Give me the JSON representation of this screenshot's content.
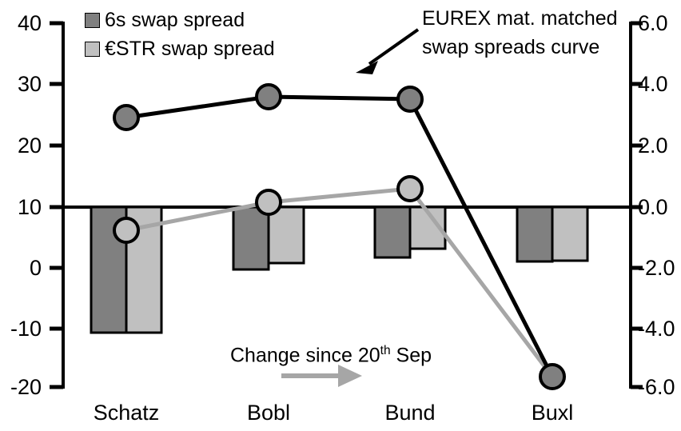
{
  "chart_data": {
    "type": "bar",
    "title": "",
    "categories": [
      "Schatz",
      "Bobl",
      "Bund",
      "Buxl"
    ],
    "series": [
      {
        "name": "6s swap spread",
        "type": "bar",
        "axis": "left",
        "color": "#808080",
        "values": [
          -10.3,
          0.0,
          2.0,
          1.0
        ]
      },
      {
        "name": "€STR swap spread",
        "type": "bar",
        "axis": "left",
        "color": "#c0c0c0",
        "values": [
          -10.3,
          1.0,
          3.4,
          1.2
        ]
      },
      {
        "name": "EUREX mat. matched swap spreads curve",
        "type": "line",
        "axis": "left",
        "color": "#000000",
        "marker_color": "#808080",
        "values": [
          24.6,
          27.9,
          27.3,
          -18.0
        ]
      },
      {
        "name": "Change since 20th Sep",
        "type": "line",
        "axis": "left",
        "color": "#a6a6a6",
        "marker_color": "#c0c0c0",
        "values": [
          6.1,
          10.6,
          12.7,
          -18.0
        ]
      }
    ],
    "left_axis": {
      "ticks": [
        "40",
        "30",
        "20",
        "10",
        "0",
        "-10",
        "-20"
      ],
      "values": [
        40,
        30,
        20,
        10,
        0,
        -10,
        -20
      ],
      "ylim": [
        -20,
        40
      ],
      "label": ""
    },
    "right_axis": {
      "ticks": [
        "6.0",
        "4.0",
        "2.0",
        "0.0",
        "-2.0",
        "-4.0",
        "-6.0"
      ],
      "values": [
        6.0,
        4.0,
        2.0,
        0.0,
        -2.0,
        -4.0,
        -6.0
      ],
      "ylim": [
        -6.0,
        6.0
      ],
      "label": ""
    },
    "xlabel": "",
    "grid": false,
    "zero_line_left_value": 10,
    "legend_position": "top-left",
    "annotations": [
      {
        "name": "eurex-curve-annotation",
        "text_line1": "EUREX mat. matched",
        "text_line2": "swap spreads curve",
        "arrow": "down-left"
      },
      {
        "name": "change-since-annotation",
        "text_prefix": "Change since 20",
        "text_sup": "th",
        "text_suffix": " Sep",
        "arrow": "right"
      }
    ]
  },
  "legend": {
    "items": [
      {
        "label": "6s swap spread",
        "color": "#808080"
      },
      {
        "label": "€STR swap spread",
        "color": "#c0c0c0"
      }
    ]
  },
  "axes": {
    "left_ticks": [
      "40",
      "30",
      "20",
      "10",
      "0",
      "-10",
      "-20"
    ],
    "right_ticks": [
      "6.0",
      "4.0",
      "2.0",
      "0.0",
      "-2.0",
      "-4.0",
      "-6.0"
    ],
    "categories": [
      "Schatz",
      "Bobl",
      "Bund",
      "Buxl"
    ]
  },
  "annotations": {
    "eurex_line1": "EUREX mat. matched",
    "eurex_line2": "swap spreads curve",
    "change_prefix": "Change since 20",
    "change_sup": "th",
    "change_suffix": " Sep"
  },
  "colors": {
    "dark_bar": "#808080",
    "light_bar": "#c0c0c0",
    "black_line": "#000000",
    "gray_line": "#a6a6a6",
    "axis": "#000000"
  }
}
